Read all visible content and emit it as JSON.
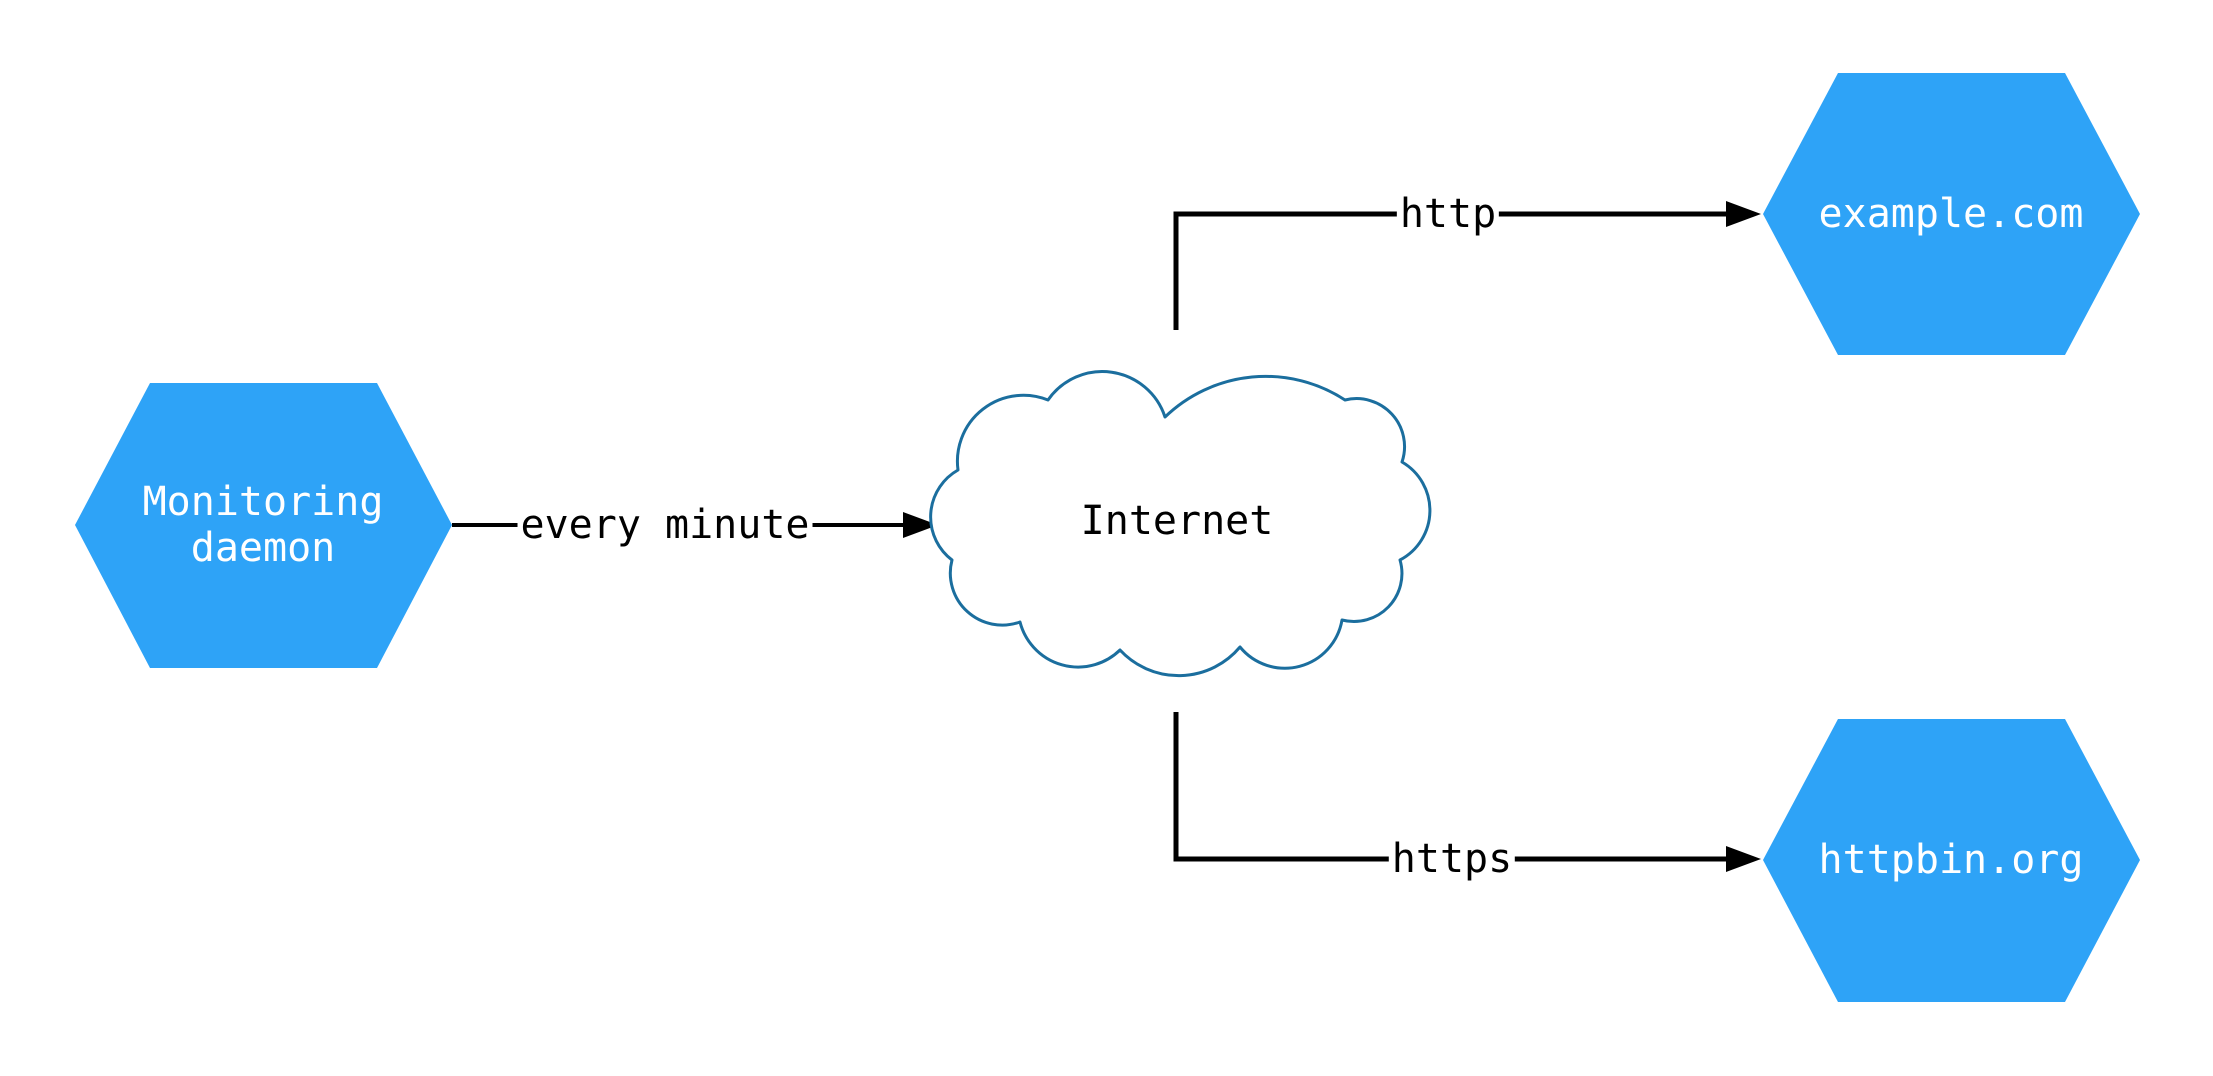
{
  "diagram": {
    "nodes": {
      "monitoring_daemon": {
        "label": "Monitoring daemon",
        "shape": "hexagon",
        "fill": "#2EA3F7",
        "text_color": "#FFFFFF"
      },
      "internet": {
        "label": "Internet",
        "shape": "cloud",
        "fill": "#FFFFFF",
        "stroke": "#1B6E9E",
        "text_color": "#000000"
      },
      "example_com": {
        "label": "example.com",
        "shape": "hexagon",
        "fill": "#2EA3F7",
        "text_color": "#FFFFFF"
      },
      "httpbin_org": {
        "label": "httpbin.org",
        "shape": "hexagon",
        "fill": "#2EA3F7",
        "text_color": "#FFFFFF"
      }
    },
    "edges": [
      {
        "from": "monitoring_daemon",
        "to": "internet",
        "label": "every minute"
      },
      {
        "from": "internet",
        "to": "example_com",
        "label": "http"
      },
      {
        "from": "internet",
        "to": "httpbin_org",
        "label": "https"
      }
    ],
    "colors": {
      "edge": "#000000",
      "background": "#FFFFFF"
    }
  }
}
